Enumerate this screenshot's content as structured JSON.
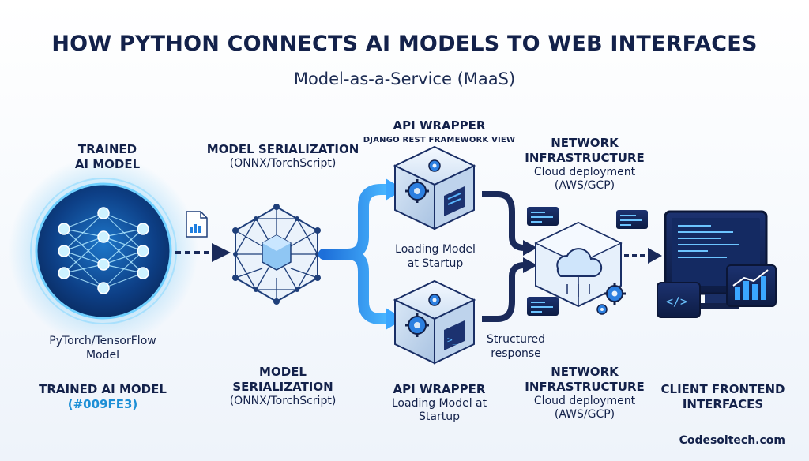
{
  "title": "HOW PYTHON CONNECTS AI MODELS TO WEB INTERFACES",
  "subtitle": "Model-as-a-Service (MaaS)",
  "top_labels": {
    "trained_model": [
      "TRAINED",
      "AI MODEL"
    ],
    "serialization_title": "MODEL SERIALIZATION",
    "serialization_sub": "(ONNX/TorchScript)",
    "api_title": "API WRAPPER",
    "api_sub": "DJANGO REST FRAMEWORK VIEW",
    "network_title": [
      "NETWORK",
      "INFRASTRUCTURE"
    ],
    "network_sub": [
      "Cloud deployment",
      "(AWS/GCP)"
    ]
  },
  "middle_labels": {
    "framework": [
      "PyTorch/TensorFlow",
      "Model"
    ],
    "loading": [
      "Loading Model",
      "at Startup"
    ],
    "structured": [
      "Structured",
      "response"
    ]
  },
  "bottom_labels": {
    "trained_title": "TRAINED AI MODEL",
    "trained_color": "(#009FE3)",
    "serialization_title": [
      "MODEL",
      "SERIALIZATION"
    ],
    "serialization_sub": "(ONNX/TorchScript)",
    "api_title": "API WRAPPER",
    "api_sub": [
      "Loading Model at",
      "Startup"
    ],
    "network_title": [
      "NETWORK",
      "INFRASTRUCTURE"
    ],
    "network_sub": [
      "Cloud deployment",
      "(AWS/GCP)"
    ],
    "client_title": [
      "CLIENT FRONTEND",
      "INTERFACES"
    ]
  },
  "footer": "Codesoltech.com",
  "colors": {
    "navy": "#13214a",
    "accent": "#009FE3",
    "arrow_blue": "#1f7fe0",
    "dark_arrow": "#1a2a5a",
    "cube_fill": "#dbe8f6"
  },
  "icons": [
    "neural-network-icon",
    "document-chart-icon",
    "network-cube-icon",
    "gear-cube-icon",
    "terminal-cube-icon",
    "cloud-icon",
    "gear-icon",
    "code-window-icon",
    "chart-window-icon",
    "monitor-icon"
  ]
}
